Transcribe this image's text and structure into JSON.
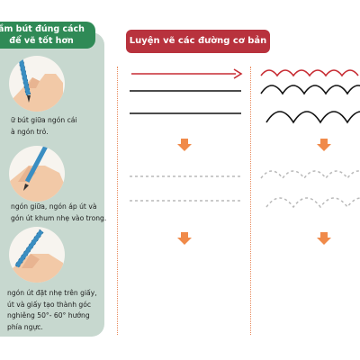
{
  "left_guide": {
    "title_line1": "ầm bút đúng cách",
    "title_line2": "để vẽ tốt hơn",
    "tips": [
      [
        "ữ bút giữa ngón cái",
        "à ngón trỏ."
      ],
      [
        "ngón giữa, ngón áp út và",
        "gón út khum nhẹ vào trong."
      ],
      [
        "ngón út đặt nhẹ trên giấy,",
        "út và giấy tạo thành góc",
        "nghiêng 50°- 60° hướng",
        "phía ngực."
      ]
    ]
  },
  "main": {
    "banner": "Luyện vẽ các đường cơ bản"
  },
  "colors": {
    "green": "#2f8a56",
    "panel": "#c7d8cf",
    "red": "#c72c33",
    "orange": "#f08a4a",
    "dot": "#e98a5c",
    "dash": "#b9b9b9"
  },
  "icons": {
    "down_arrow": "down-arrow-icon",
    "pen_hand": "hand-holding-pen-icon"
  }
}
